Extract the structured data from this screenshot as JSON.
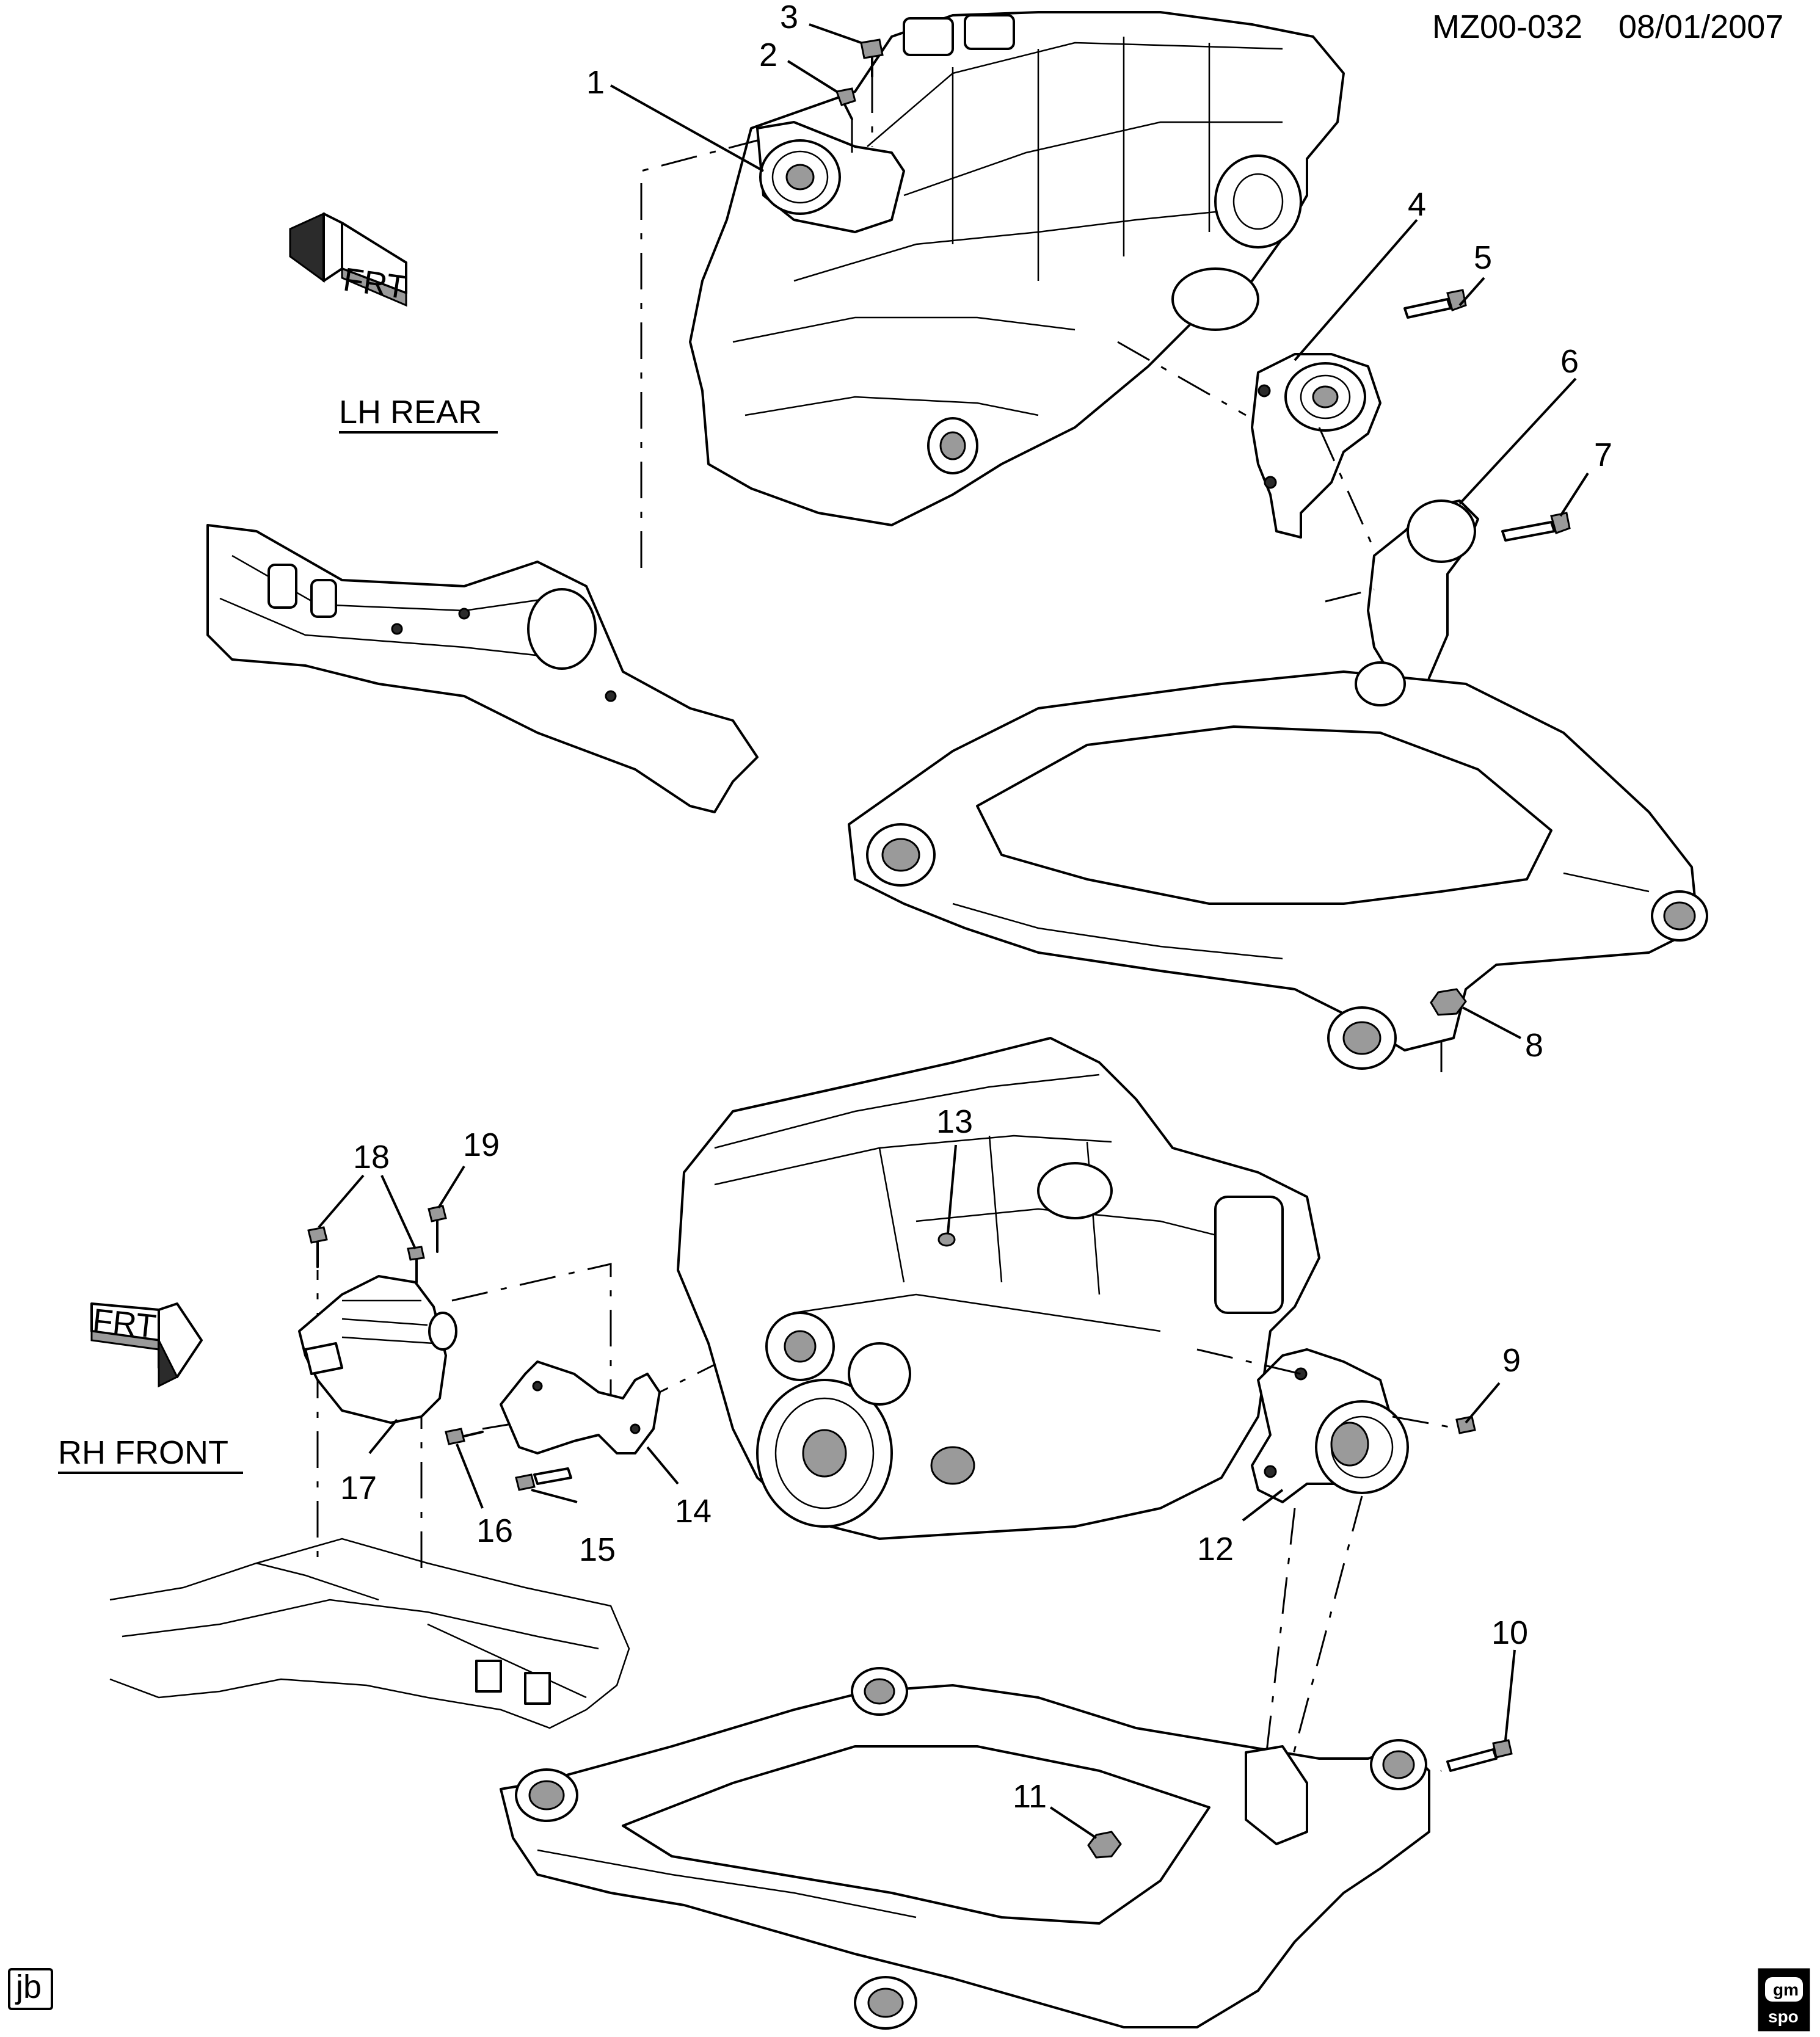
{
  "header": {
    "code": "MZ00-032",
    "date": "08/01/2007"
  },
  "views": {
    "upper": {
      "label": "LH REAR",
      "arrow_label": "FRT"
    },
    "lower": {
      "label": "RH FRONT",
      "arrow_label": "FRT"
    }
  },
  "callouts": [
    "1",
    "2",
    "3",
    "4",
    "5",
    "6",
    "7",
    "8",
    "9",
    "10",
    "11",
    "12",
    "13",
    "14",
    "15",
    "16",
    "17",
    "18",
    "19"
  ],
  "footer": {
    "initials": "jb",
    "badge_line1": "gm",
    "badge_line2": "spo"
  }
}
